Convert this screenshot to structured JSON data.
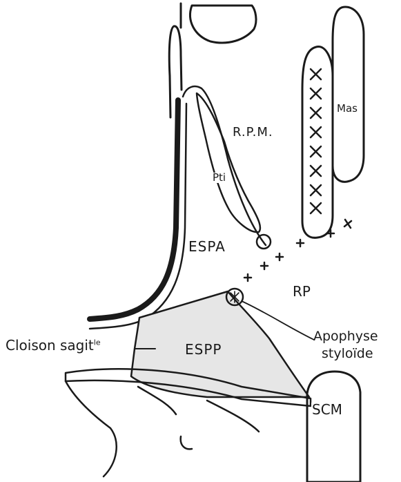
{
  "labels": {
    "rpm": "R.P.M.",
    "mas": "Mas",
    "pti": "Pti",
    "espa": "ESPA",
    "rp": "RP",
    "espp": "ESPP",
    "cloison_main": "Cloison sagit",
    "cloison_sup": "le",
    "apophyse_line1": "Apophyse",
    "apophyse_line2": "styloïde",
    "scm": "SCM"
  },
  "colors": {
    "ink": "#1a1a1a",
    "espp_fill": "#e6e6e6",
    "background": "#ffffff"
  }
}
